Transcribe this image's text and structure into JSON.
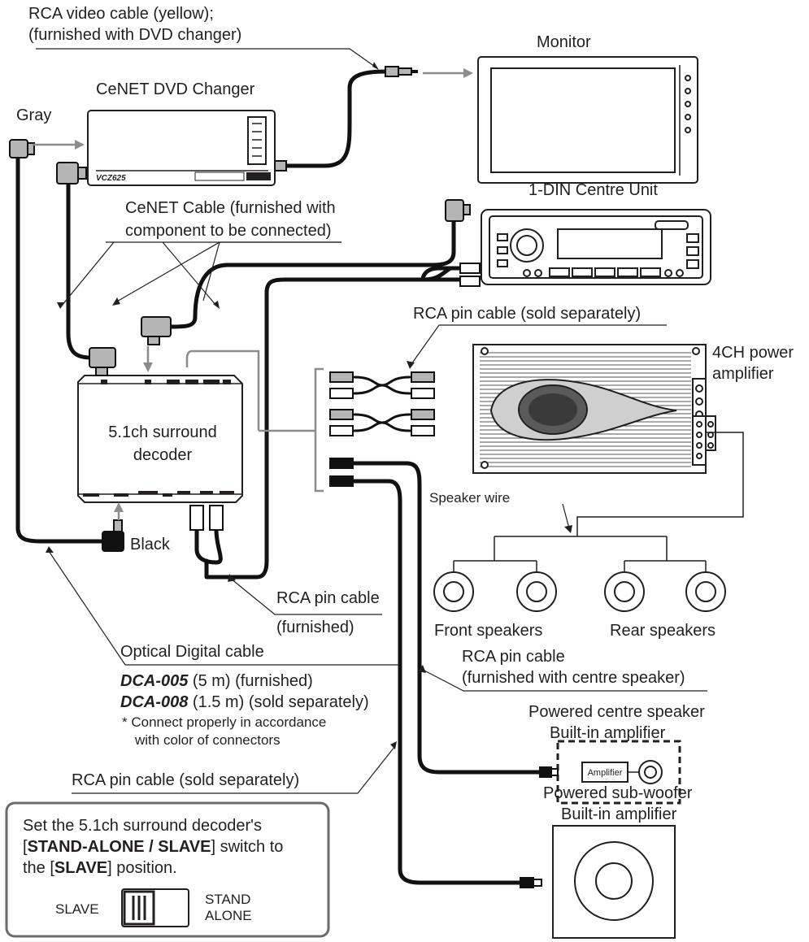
{
  "labels": {
    "rca_video_cable_line1": "RCA video cable (yellow);",
    "rca_video_cable_line2": "(furnished with DVD changer)",
    "monitor": "Monitor",
    "dvd_changer": "CeNET DVD Changer",
    "gray": "Gray",
    "centre_unit": "1-DIN Centre Unit",
    "cenet_cable_line1": "CeNET Cable (furnished with",
    "cenet_cable_line2": "component to be connected)",
    "rca_pin_sold_top": "RCA pin cable (sold separately)",
    "amp_4ch_line1": "4CH power",
    "amp_4ch_line2": "amplifier",
    "decoder_line1": "5.1ch surround",
    "decoder_line2": "decoder",
    "black": "Black",
    "speaker_wire": "Speaker wire",
    "rca_pin_furnished_line1": "RCA pin cable",
    "rca_pin_furnished_line2": "(furnished)",
    "front_speakers": "Front speakers",
    "rear_speakers": "Rear speakers",
    "optical_cable": "Optical Digital cable",
    "dca005_model": "DCA-005",
    "dca005_desc": " (5 m) (furnished)",
    "dca008_model": "DCA-008",
    "dca008_desc": " (1.5 m) (sold separately)",
    "connect_note_line1": "*  Connect properly in accordance",
    "connect_note_line2": "with color of connectors",
    "rca_pin_centre_line1": "RCA pin cable",
    "rca_pin_centre_line2": "(furnished with centre speaker)",
    "centre_speaker_line1": "Powered centre speaker",
    "centre_speaker_line2": "Built-in amplifier",
    "amplifier": "Amplifier",
    "rca_pin_sold_bottom": "RCA pin cable (sold separately)",
    "subwoofer_line1": "Powered sub-woofer",
    "subwoofer_line2": "Built-in amplifier"
  },
  "note_box": {
    "line1": "Set the 5.1ch surround decoder's",
    "line2_prefix": "[",
    "line2_bold": "STAND-ALONE / SLAVE",
    "line2_suffix": "] switch to",
    "line3_prefix": "the [",
    "line3_bold": "SLAVE",
    "line3_suffix": "] position.",
    "switch_left": "SLAVE",
    "switch_right_line1": "STAND",
    "switch_right_line2": "ALONE"
  },
  "device_marks": {
    "changer_model": "VCZ625"
  }
}
